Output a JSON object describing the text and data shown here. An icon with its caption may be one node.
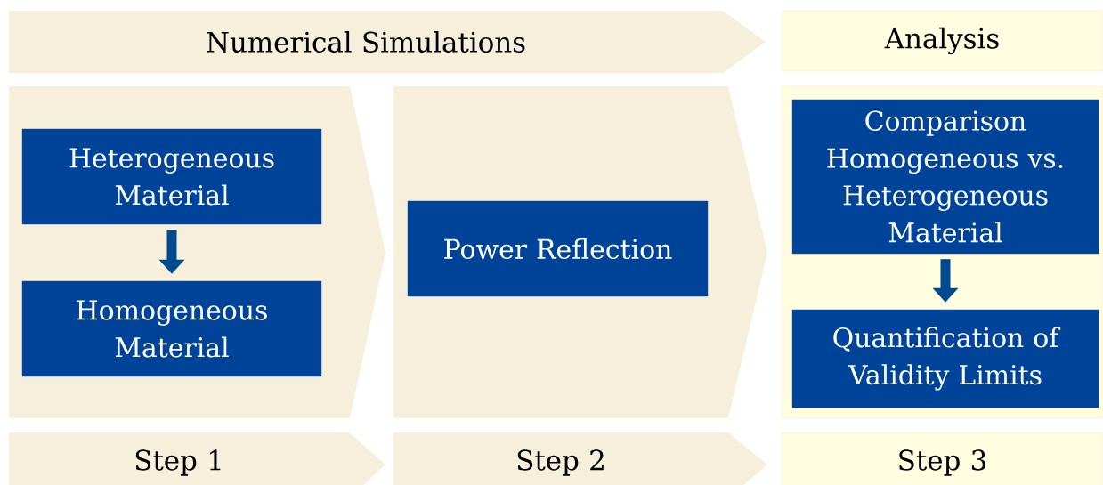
{
  "diagram": {
    "nodes": [
      {
        "text": [
          "Numerical Simulations"
        ]
      },
      {
        "text": [
          "Analysis"
        ]
      },
      {
        "text": [],
        "shape": "chevron"
      },
      {
        "text": [
          "Heterogeneous Material"
        ],
        "in": 2
      },
      {
        "text": [
          "Homogeneous Material"
        ],
        "in": 2
      },
      {
        "text": [],
        "shape": "chevron"
      },
      {
        "text": [
          "Power Reflection"
        ],
        "in": 5
      },
      {
        "text": [],
        "shape": "box"
      },
      {
        "text": [
          "Comparison Homogeneous vs. Heterogeneous Material"
        ],
        "in": 7
      },
      {
        "text": [
          "Quantification of Validity Limits"
        ],
        "in": 7
      },
      {
        "text": [
          "Step 1"
        ]
      },
      {
        "text": [
          "Step 2"
        ]
      },
      {
        "text": [
          "Step 3"
        ]
      }
    ],
    "edges": [
      {
        "from": 3,
        "to": 4,
        "arrow": "to"
      },
      {
        "from": 8,
        "to": 9,
        "arrow": "to"
      }
    ]
  }
}
